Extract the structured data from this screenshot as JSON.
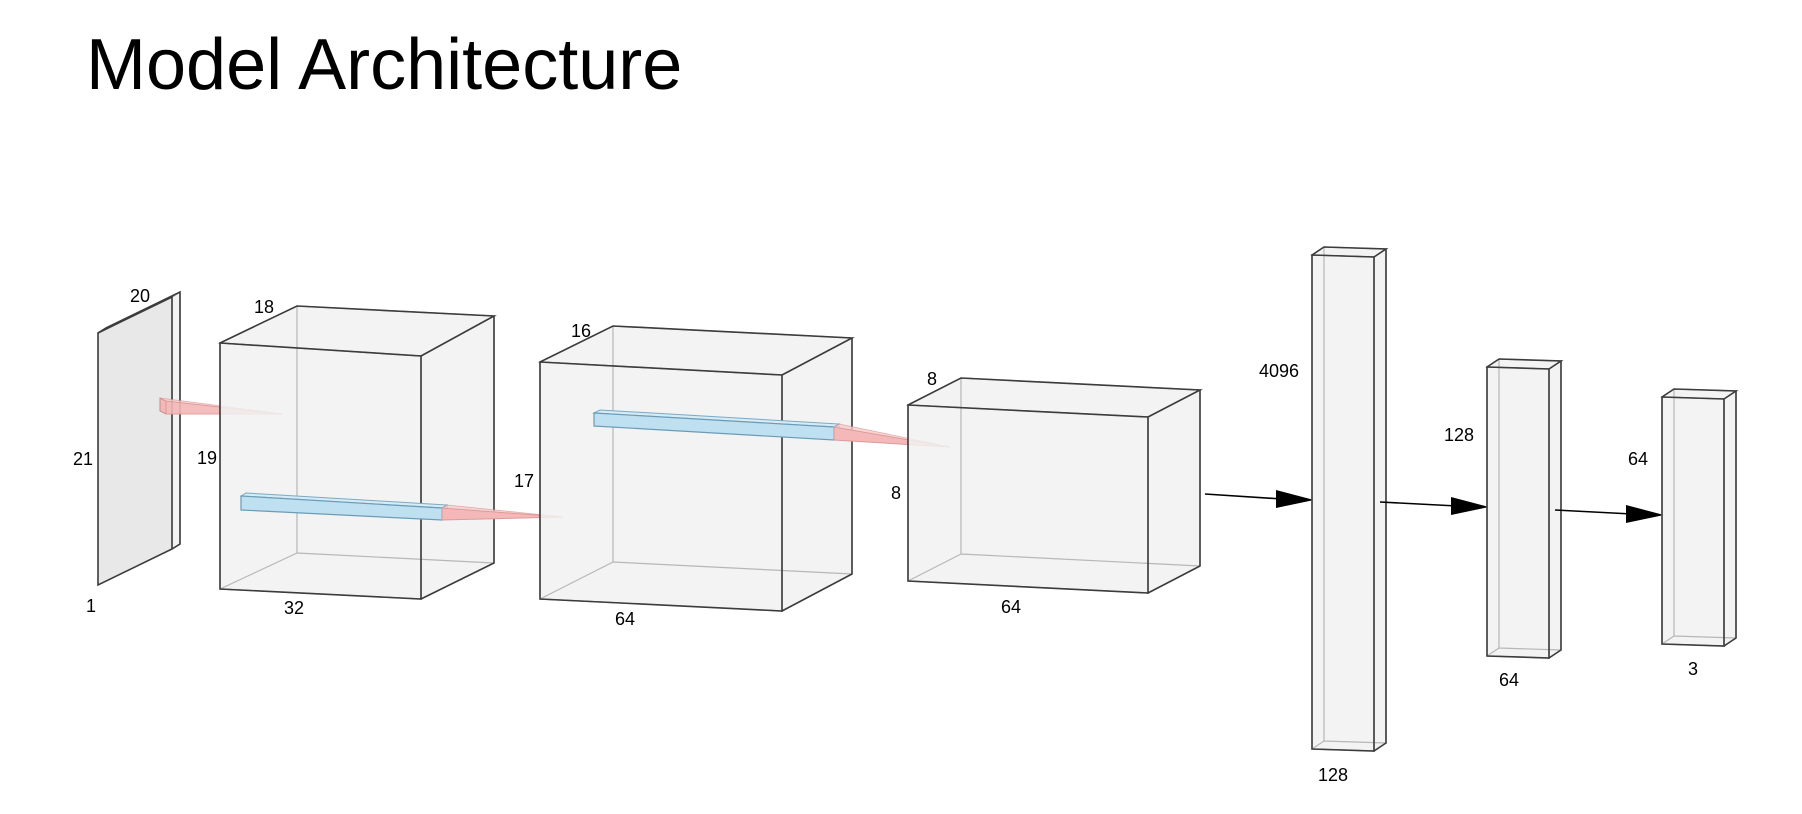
{
  "title": "Model Architecture",
  "layers": [
    {
      "id": "input",
      "labels": {
        "depth": "20",
        "height": "21",
        "width": "1"
      }
    },
    {
      "id": "conv1",
      "labels": {
        "depth": "18",
        "height": "19",
        "width": "32"
      }
    },
    {
      "id": "conv2",
      "labels": {
        "depth": "16",
        "height": "17",
        "width": "64"
      }
    },
    {
      "id": "conv3",
      "labels": {
        "depth": "8",
        "height": "8",
        "width": "64"
      }
    },
    {
      "id": "dense1",
      "labels": {
        "height": "4096",
        "width": "128"
      }
    },
    {
      "id": "dense2",
      "labels": {
        "height": "128",
        "width": "64"
      }
    },
    {
      "id": "dense3",
      "labels": {
        "height": "64",
        "width": "3"
      }
    }
  ],
  "colors": {
    "box_fill": "#f1f1f1",
    "kernel_blue": "#bfe0f0",
    "pyramid_pink": "#f4b8b8",
    "arrow": "#000000"
  }
}
